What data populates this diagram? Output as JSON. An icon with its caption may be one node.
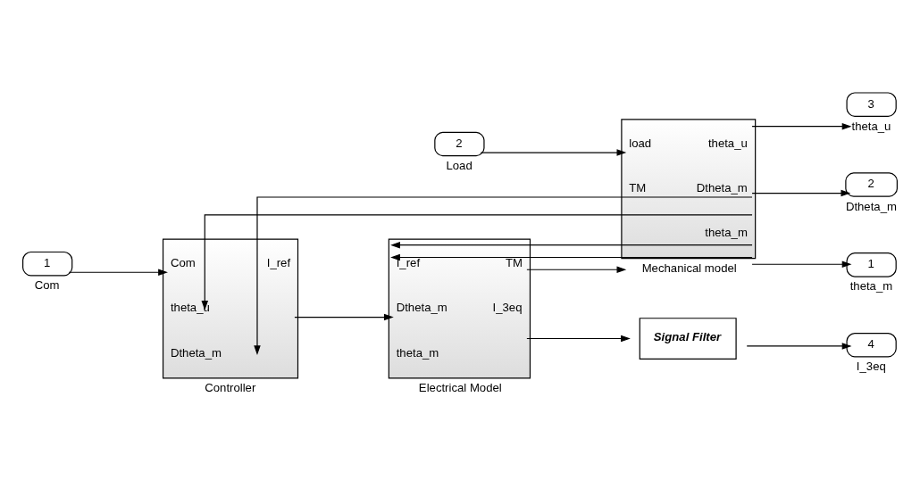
{
  "diagram": {
    "nodes": [
      {
        "text": [
          "2"
        ],
        "beside": [
          "Load"
        ]
      },
      {
        "text": [
          "1"
        ],
        "beside": [
          "Com"
        ]
      },
      {
        "text": [
          "Com",
          "theta_u",
          "Dtheta_m",
          "I_ref"
        ],
        "beside": [
          "Controller"
        ]
      },
      {
        "text": [
          "I_ref",
          "Dtheta_m",
          "theta_m",
          "TM",
          "I_3eq"
        ],
        "beside": [
          "Electrical Model"
        ]
      },
      {
        "text": [
          "load",
          "TM",
          "theta_u",
          "Dtheta_m",
          "theta_m"
        ],
        "beside": [
          "Mechanical model"
        ]
      },
      {
        "text": [
          "Signal Filter"
        ]
      },
      {
        "text": [
          "3"
        ],
        "beside": [
          "theta_u"
        ]
      },
      {
        "text": [
          "2"
        ],
        "beside": [
          "Dtheta_m"
        ]
      },
      {
        "text": [
          "1"
        ],
        "beside": [
          "theta_m"
        ]
      },
      {
        "text": [
          "4"
        ],
        "beside": [
          "I_3eq"
        ]
      }
    ],
    "edges": [
      {
        "from": 0,
        "to": 4,
        "arrow": "to"
      },
      {
        "from": 1,
        "to": 2,
        "arrow": "to"
      },
      {
        "from": 2,
        "to": 3,
        "arrow": "to"
      },
      {
        "from": 3,
        "to": 4,
        "arrow": "to"
      },
      {
        "from": 3,
        "to": 5,
        "arrow": "to"
      },
      {
        "from": 4,
        "to": 6,
        "arrow": "to"
      },
      {
        "from": 4,
        "to": 7,
        "arrow": "to"
      },
      {
        "from": 4,
        "to": 8,
        "arrow": "to"
      },
      {
        "from": 5,
        "to": 9,
        "arrow": "to"
      },
      {
        "from": 4,
        "to": 2,
        "arrow": "to"
      },
      {
        "from": 4,
        "to": 2,
        "arrow": "to"
      },
      {
        "from": 4,
        "to": 3,
        "arrow": "to"
      },
      {
        "from": 4,
        "to": 3,
        "arrow": "to"
      }
    ]
  }
}
